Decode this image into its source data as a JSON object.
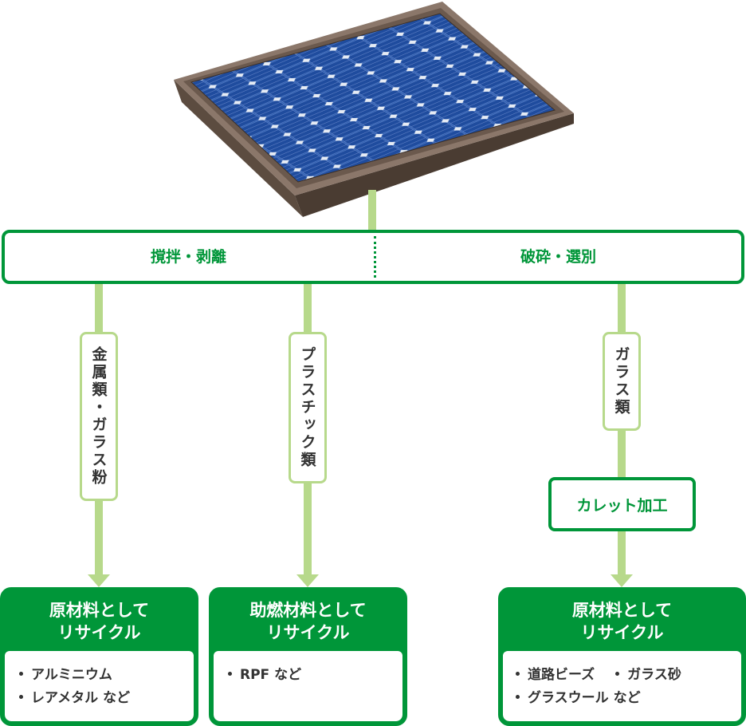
{
  "processes": {
    "left": "撹拌・剥離",
    "right": "破砕・選別"
  },
  "materials": {
    "metal_glass": "金属類・ガラス粉",
    "plastic": "プラスチック類",
    "glass": "ガラス類"
  },
  "cullet": "カレット加工",
  "results": [
    {
      "title_line1": "原材料として",
      "title_line2": "リサイクル",
      "items": [
        "アルミニウム",
        "レアメタル など"
      ]
    },
    {
      "title_line1": "助燃材料として",
      "title_line2": "リサイクル",
      "items": [
        "RPF など"
      ]
    },
    {
      "title_line1": "原材料として",
      "title_line2": "リサイクル",
      "items": [
        "道路ビーズ",
        "ガラス砂",
        "グラスウール など"
      ]
    }
  ],
  "colors": {
    "green": "#009639",
    "light_green": "#b7d98b",
    "panel_blue": "#1f4fa0",
    "frame_brown": "#7a675a"
  }
}
